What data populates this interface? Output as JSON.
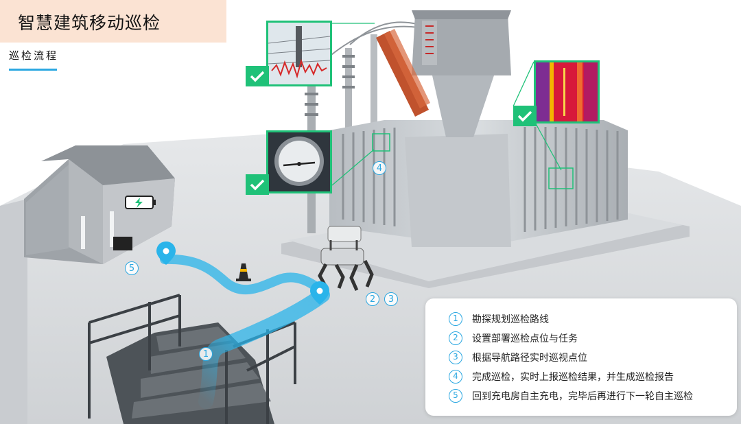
{
  "header": {
    "title": "智慧建筑移动巡检"
  },
  "section": {
    "label": "巡检流程"
  },
  "markers": {
    "m1": "1",
    "m23": [
      "2",
      "3"
    ],
    "m4": "4",
    "m5": "5"
  },
  "steps": [
    {
      "num": "1",
      "text": "勘探规划巡检路线"
    },
    {
      "num": "2",
      "text": "设置部署巡检点位与任务"
    },
    {
      "num": "3",
      "text": "根据导航路径实时巡视点位"
    },
    {
      "num": "4",
      "text": "完成巡检，实时上报巡检结果，并生成巡检报告"
    },
    {
      "num": "5",
      "text": "回到充电房自主充电，完毕后再进行下一轮自主巡检"
    }
  ],
  "colors": {
    "accent": "#2aa7e1",
    "check": "#1fc178",
    "title_bg": "#fbe3d3",
    "path": "#2ab4ea"
  },
  "icons": [
    "battery-charging-icon",
    "location-pin-icon",
    "check-icon",
    "traffic-cone-icon",
    "robot-dog-icon"
  ]
}
